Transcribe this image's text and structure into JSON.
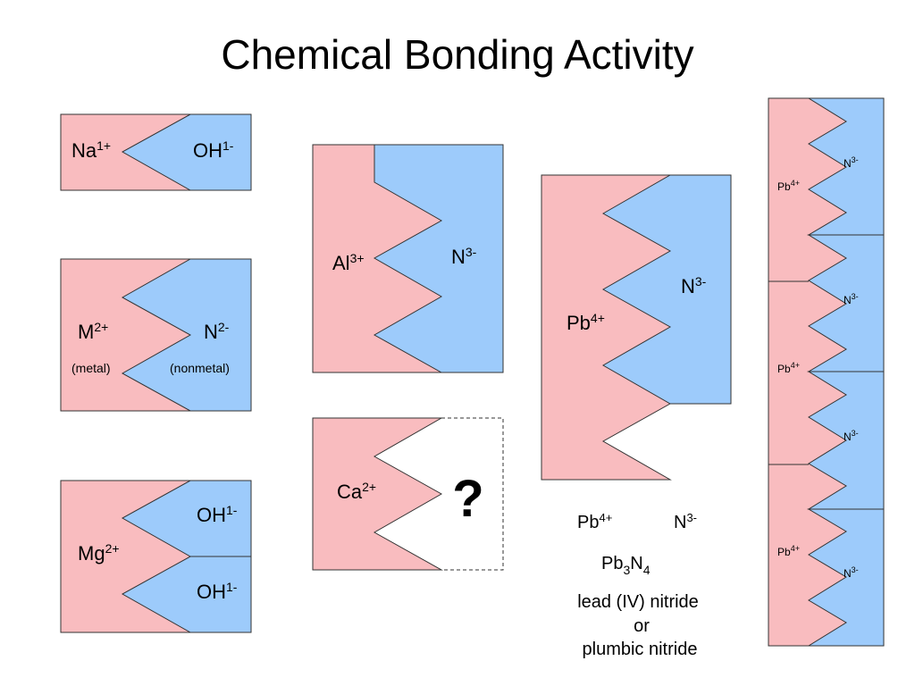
{
  "title": "Chemical Bonding Activity",
  "colors": {
    "cation_fill": "#f9bcbf",
    "anion_fill": "#9dcbfb",
    "outline": "#333333",
    "question_mark": "#5aa8f0"
  },
  "tiles": {
    "na_oh": {
      "cation": "Na",
      "cation_charge": "1+",
      "anion": "OH",
      "anion_charge": "1-"
    },
    "m_n": {
      "cation": "M",
      "cation_charge": "2+",
      "anion": "N",
      "anion_charge": "2-",
      "cation_note": "(metal)",
      "anion_note": "(nonmetal)"
    },
    "mg_oh": {
      "cation": "Mg",
      "cation_charge": "2+",
      "anion_top": "OH",
      "anion_top_charge": "1-",
      "anion_bottom": "OH",
      "anion_bottom_charge": "1-"
    },
    "al_n": {
      "cation": "Al",
      "cation_charge": "3+",
      "anion": "N",
      "anion_charge": "3-"
    },
    "ca": {
      "cation": "Ca",
      "cation_charge": "2+",
      "unknown": "?"
    },
    "pb_n": {
      "cation": "Pb",
      "cation_charge": "4+",
      "anion": "N",
      "anion_charge": "3-"
    },
    "pb3n4_column": {
      "cations": [
        {
          "symbol": "Pb",
          "charge": "4+"
        },
        {
          "symbol": "Pb",
          "charge": "4+"
        },
        {
          "symbol": "Pb",
          "charge": "4+"
        }
      ],
      "anions": [
        {
          "symbol": "N",
          "charge": "3-"
        },
        {
          "symbol": "N",
          "charge": "3-"
        },
        {
          "symbol": "N",
          "charge": "3-"
        },
        {
          "symbol": "N",
          "charge": "3-"
        }
      ]
    }
  },
  "summary": {
    "cation": "Pb",
    "cation_charge": "4+",
    "anion": "N",
    "anion_charge": "3-",
    "formula_el1": "Pb",
    "formula_sub1": "3",
    "formula_el2": "N",
    "formula_sub2": "4",
    "name_line1": "lead (IV) nitride",
    "name_line2": "or",
    "name_line3": "plumbic nitride"
  }
}
